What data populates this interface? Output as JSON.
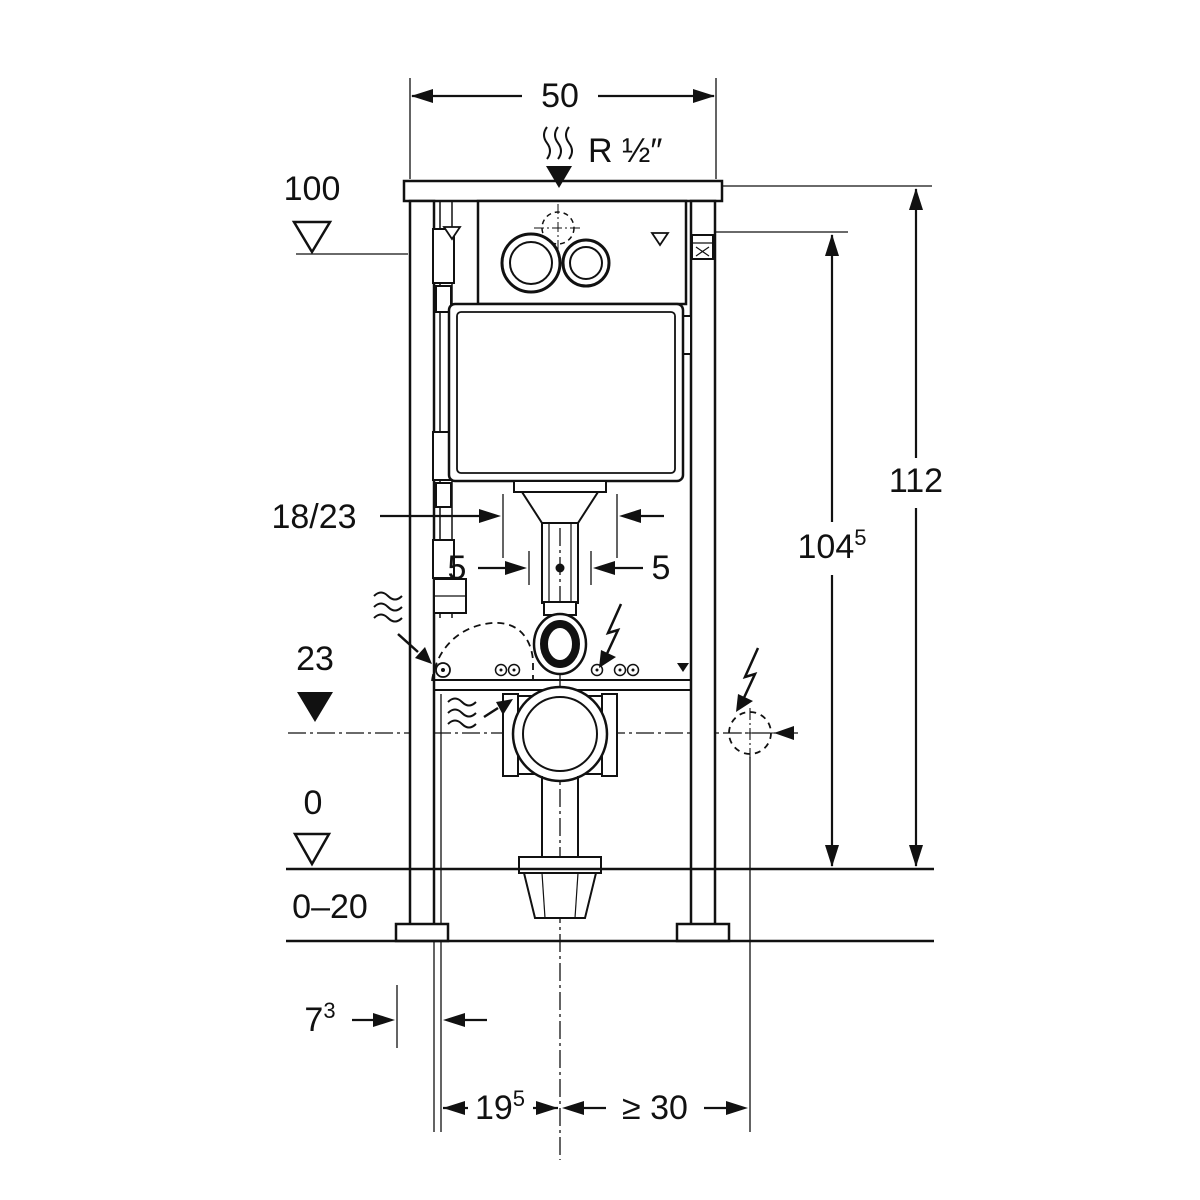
{
  "colors": {
    "ink": "#111111",
    "bg": "#ffffff"
  },
  "labels": {
    "dim_width": "50",
    "supply": "R ½″",
    "level_100": "100",
    "dim_112": "112",
    "dim_104": {
      "main": "104",
      "sup": "5"
    },
    "dim_18_23": "18/23",
    "dim_5_left": "5",
    "dim_5_right": "5",
    "level_23": "23",
    "level_0": "0",
    "range_0_20": "0–20",
    "dim_7": {
      "main": "7",
      "sup": "3"
    },
    "dim_19": {
      "main": "19",
      "sup": "5"
    },
    "dim_30": "≥ 30"
  },
  "icons": {
    "water_supply": "wavy-lines",
    "flush_inlet": "filled-down-arrow",
    "odor_seal_left": "wavy-lines",
    "odor_seal_right": "wavy-lines",
    "electrical_upper": "lightning-bolt",
    "electrical_lower": "lightning-bolt",
    "electrical_connection": "dashed-circle",
    "level_mark_100": "open-triangle",
    "level_mark_23": "filled-triangle",
    "level_mark_0": "open-triangle"
  }
}
